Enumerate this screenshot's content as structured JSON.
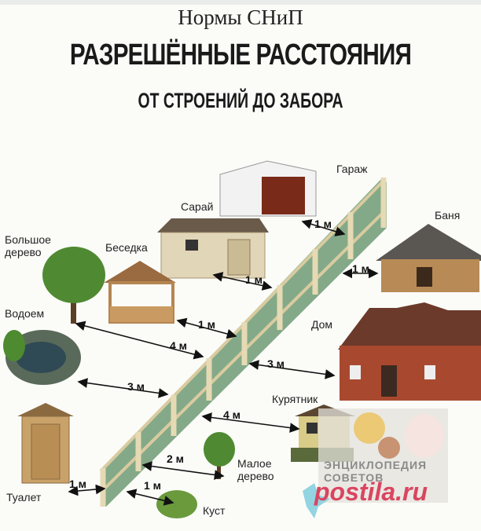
{
  "header": {
    "supertitle": "Нормы СНиП",
    "title": "РАЗРЕШЁННЫЕ РАССТОЯНИЯ",
    "subtitle": "ОТ СТРОЕНИЙ ДО ЗАБОРА"
  },
  "objects": {
    "garage": {
      "label": "Гараж",
      "distance": "1 м"
    },
    "shed": {
      "label": "Сарай",
      "distance": "1 м"
    },
    "bathhouse": {
      "label": "Баня",
      "distance": "1 м"
    },
    "gazebo": {
      "label": "Беседка",
      "distance": "1 м"
    },
    "big_tree": {
      "label_line1": "Большое",
      "label_line2": "дерево",
      "distance": "4 м"
    },
    "pond": {
      "label": "Водоем",
      "distance": "3 м"
    },
    "house": {
      "label": "Дом",
      "distance": "3 м"
    },
    "chicken_coop": {
      "label": "Курятник",
      "distance": "4 м"
    },
    "toilet": {
      "label": "Туалет",
      "distance": "1 м"
    },
    "small_tree": {
      "label_line1": "Малое",
      "label_line2": "дерево",
      "distance": "2 м"
    },
    "bush": {
      "label": "Куст",
      "distance": "1 м"
    }
  },
  "watermarks": {
    "brand1": "ЭНЦИКЛОПЕДИЯ СОВЕТОВ",
    "brand2": "postila.ru"
  },
  "colors": {
    "fence": "#d9cba0",
    "fence_slat": "#4f7c58",
    "arrow": "#111111",
    "brick": "#a8492f",
    "roof": "#6b3a2a",
    "wood": "#c9a26a",
    "tree": "#4f8a32"
  }
}
